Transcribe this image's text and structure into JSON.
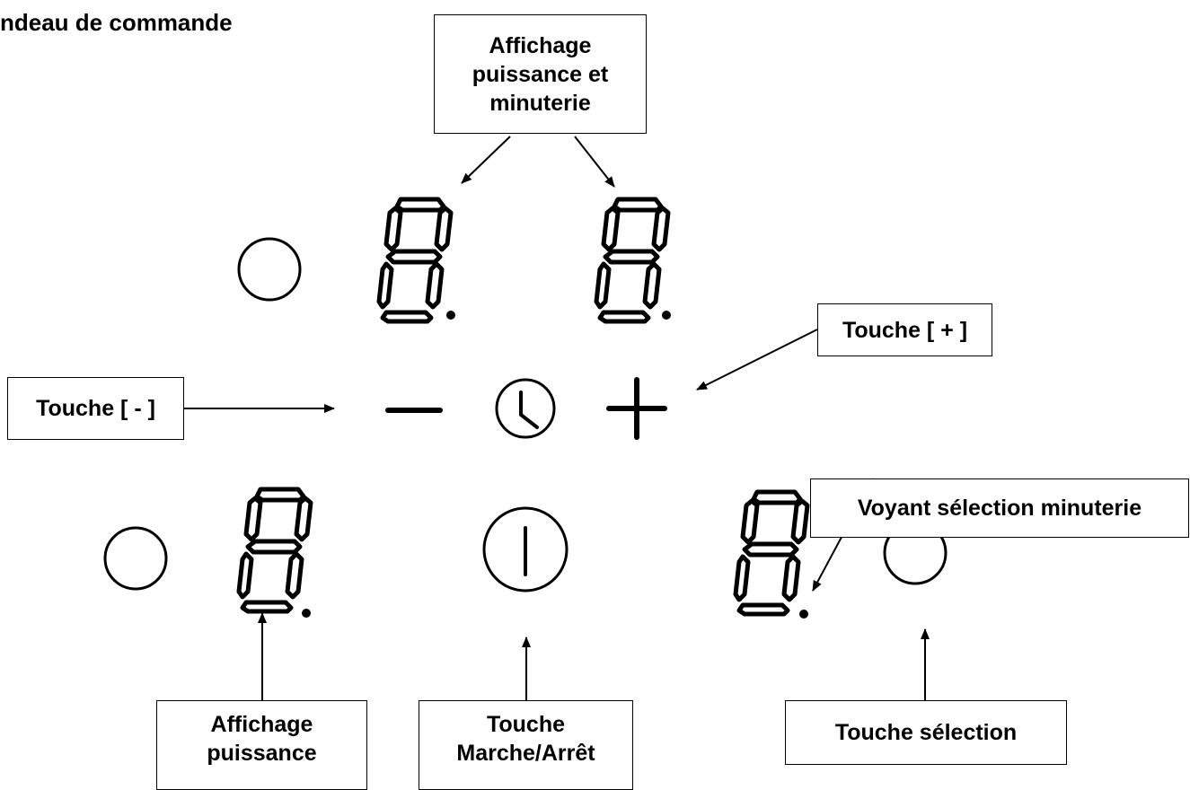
{
  "title": "ndeau de commande",
  "labels": {
    "display_top": "Affichage\npuissance et\nminuterie",
    "plus_key": "Touche [ + ]",
    "minus_key": "Touche [ - ]",
    "timer_led": "Voyant sélection minuterie",
    "display_bottom": "Affichage\npuissance",
    "onoff_key": "Touche\nMarche/Arrêt",
    "select_key": "Touche sélection"
  },
  "colors": {
    "line": "#000000",
    "background": "#ffffff"
  },
  "icons": [
    "circle-indicator-icon",
    "seven-segment-digit-icon",
    "minus-icon",
    "clock-icon",
    "plus-icon",
    "power-icon",
    "decimal-dot-icon",
    "arrow-icon"
  ]
}
